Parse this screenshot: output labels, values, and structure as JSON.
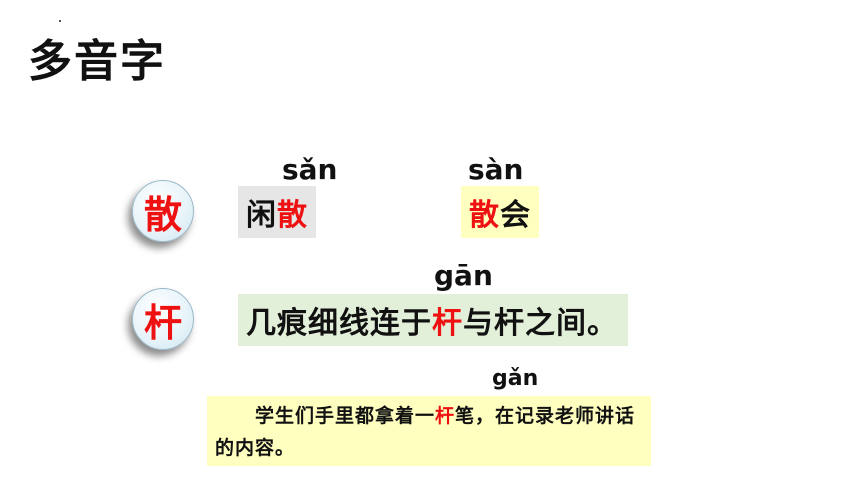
{
  "title": "多音字",
  "chars": [
    {
      "glyph": "散"
    },
    {
      "glyph": "杆"
    }
  ],
  "row1": {
    "pinyin_left": "sǎn",
    "pinyin_right": "sàn",
    "word_left": {
      "pre": "闲",
      "key": "散",
      "post": ""
    },
    "word_right": {
      "pre": "",
      "key": "散",
      "post": "会"
    }
  },
  "row2": {
    "pinyin": "gān",
    "sentence": {
      "pre": "几痕细线连于",
      "key": "杆",
      "post": "与杆之间。"
    }
  },
  "row3": {
    "pinyin": "gǎn",
    "sentence": {
      "pre": "学生们手里都拿着一",
      "key": "杆",
      "post": "笔，在记录老师讲话的内容。"
    }
  },
  "colors": {
    "accent_red": "#ee1111",
    "gray_box": "#e6e6e6",
    "yellow_box": "#ffffc0",
    "green_box": "#e2efd9"
  }
}
